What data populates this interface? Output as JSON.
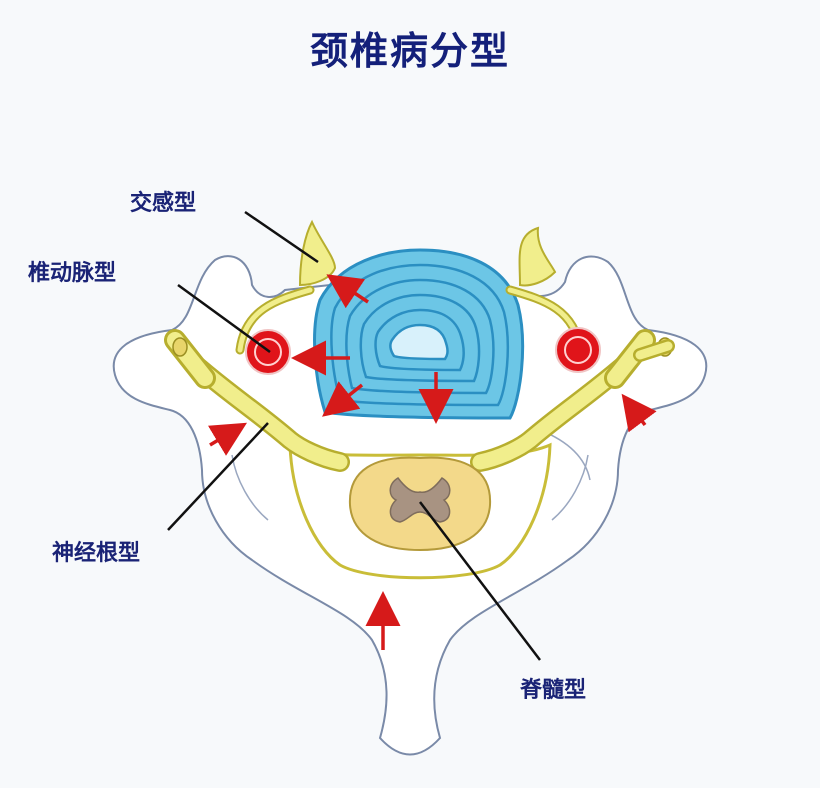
{
  "title": "颈椎病分型",
  "labels": {
    "sympathetic": "交感型",
    "vertebral_artery": "椎动脉型",
    "nerve_root": "神经根型",
    "spinal_cord": "脊髓型"
  },
  "colors": {
    "title": "#14207a",
    "label": "#1a2376",
    "bone_fill": "#ffffff",
    "bone_outline": "#7a8aa8",
    "disc": "#6cc6e6",
    "disc_lines": "#2b8fc2",
    "nerve": "#f1ee8c",
    "nerve_outline": "#b7ae2e",
    "artery": "#e0141a",
    "cord_white": "#f3d98a",
    "cord_grey": "#a89382",
    "arrow": "#d61a1a",
    "leader": "#111111"
  }
}
